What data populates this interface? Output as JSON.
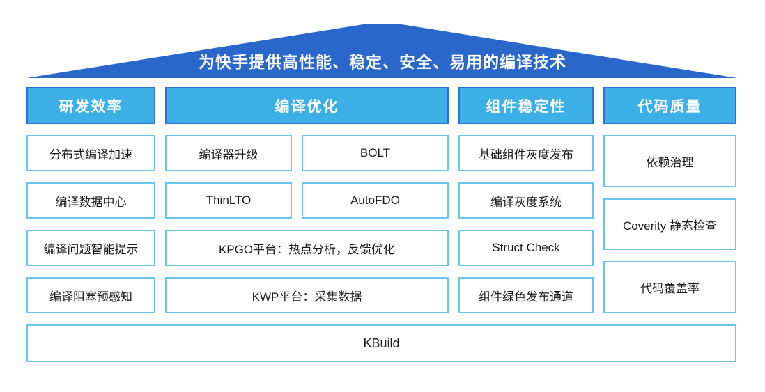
{
  "roof": {
    "title": "为快手提供高性能、稳定、安全、易用的编译技术"
  },
  "columns": [
    {
      "header": "研发效率",
      "items": [
        "分布式编译加速",
        "编译数据中心",
        "编译问题智能提示",
        "编译阻塞预感知"
      ]
    },
    {
      "header": "编译优化",
      "rows": [
        [
          "编译器升级",
          "BOLT"
        ],
        [
          "ThinLTO",
          "AutoFDO"
        ],
        [
          "KPGO平台：热点分析，反馈优化"
        ],
        [
          "KWP平台：采集数据"
        ]
      ]
    },
    {
      "header": "组件稳定性",
      "items": [
        "基础组件灰度发布",
        "编译灰度系统",
        "Struct Check",
        "组件绿色发布通道"
      ]
    },
    {
      "header": "代码质量",
      "items": [
        "依赖治理",
        "Coverity 静态检查",
        "代码覆盖率"
      ]
    }
  ],
  "base": {
    "label": "KBuild"
  },
  "colors": {
    "roof_fill": "#2a67cb",
    "header_fill": "#3cb0e6",
    "header_border": "#2e71d9",
    "item_border": "#69c5ec",
    "body_text": "#1a1a1a"
  }
}
